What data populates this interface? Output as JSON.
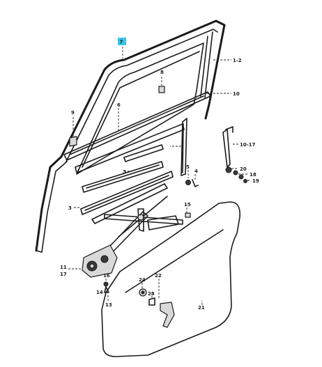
{
  "callouts": [
    {
      "id": "c7",
      "text": "7",
      "highlight": true
    },
    {
      "id": "c12",
      "text": "1-2"
    },
    {
      "id": "c8",
      "text": "8"
    },
    {
      "id": "c10",
      "text": "10"
    },
    {
      "id": "c9",
      "text": "9"
    },
    {
      "id": "c6",
      "text": "6"
    },
    {
      "id": "c1017",
      "text": "10-17"
    },
    {
      "id": "c5",
      "text": "5"
    },
    {
      "id": "c4",
      "text": "4"
    },
    {
      "id": "c20",
      "text": "20"
    },
    {
      "id": "c18",
      "text": "18"
    },
    {
      "id": "c19",
      "text": "19"
    },
    {
      "id": "c3a",
      "text": "3"
    },
    {
      "id": "c3b",
      "text": "3"
    },
    {
      "id": "c15",
      "text": "15"
    },
    {
      "id": "c11",
      "text": "11"
    },
    {
      "id": "c17",
      "text": "17"
    },
    {
      "id": "c16",
      "text": "16"
    },
    {
      "id": "c14",
      "text": "14"
    },
    {
      "id": "c13",
      "text": "13"
    },
    {
      "id": "c24",
      "text": "24"
    },
    {
      "id": "c22",
      "text": "22"
    },
    {
      "id": "c23",
      "text": "23"
    },
    {
      "id": "c21",
      "text": "21"
    }
  ]
}
